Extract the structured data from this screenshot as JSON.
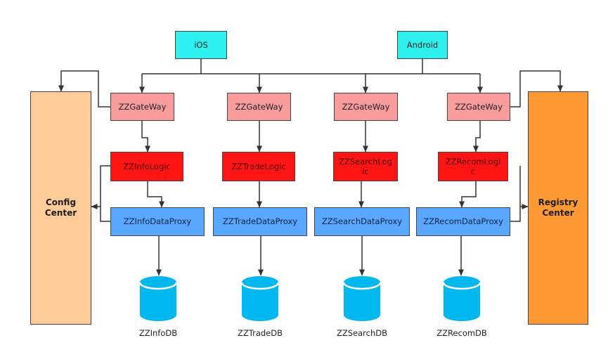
{
  "clients": {
    "ios": "iOS",
    "android": "Android"
  },
  "config_center": "Config\nCenter",
  "registry_center": "Registry\nCenter",
  "columns": [
    {
      "gateway": "ZZGateWay",
      "logic": "ZZInfoLogic",
      "proxy": "ZZInfoDataProxy",
      "db": "ZZInfoDB"
    },
    {
      "gateway": "ZZGateWay",
      "logic": "ZZTradeLogic",
      "proxy": "ZZTradeDataProxy",
      "db": "ZZTradeDB"
    },
    {
      "gateway": "ZZGateWay",
      "logic": "ZZSearchLogic",
      "proxy": "ZZSearchDataProxy",
      "db": "ZZSearchDB"
    },
    {
      "gateway": "ZZGateWay",
      "logic": "ZZRecomLogic",
      "proxy": "ZZRecomDataProxy",
      "db": "ZZRecomDB"
    }
  ],
  "colors": {
    "client": "#2ef0ee",
    "gateway": "#fb9c9c",
    "logic": "#ff1414",
    "proxy": "#5aa7ff",
    "config_center": "#ffcc99",
    "registry_center": "#ff9933",
    "database": "#00b7ee"
  },
  "icons": {
    "database": "database-cylinder-icon"
  }
}
